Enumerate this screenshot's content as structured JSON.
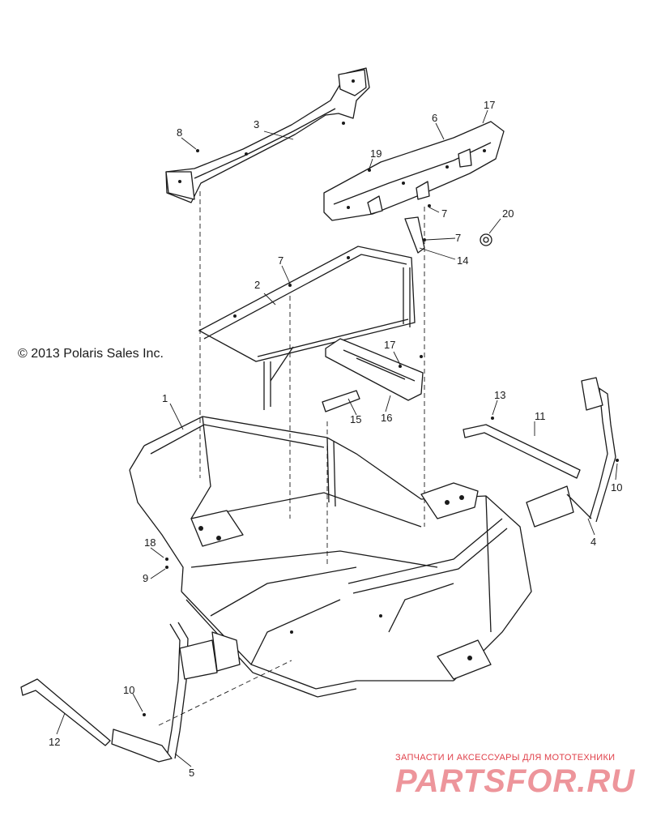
{
  "copyright": "© 2013 Polaris Sales Inc.",
  "watermark": {
    "subtitle": "ЗАПЧАСТИ И АКСЕССУАРЫ ДЛЯ МОТОТЕХНИКИ",
    "brand": "PARTSFOR.RU",
    "color": "#e0404a"
  },
  "callouts": [
    {
      "id": "1",
      "text": "1"
    },
    {
      "id": "2",
      "text": "2"
    },
    {
      "id": "3",
      "text": "3"
    },
    {
      "id": "4",
      "text": "4"
    },
    {
      "id": "5",
      "text": "5"
    },
    {
      "id": "6",
      "text": "6"
    },
    {
      "id": "7a",
      "text": "7"
    },
    {
      "id": "7b",
      "text": "7"
    },
    {
      "id": "7c",
      "text": "7"
    },
    {
      "id": "8",
      "text": "8"
    },
    {
      "id": "9",
      "text": "9"
    },
    {
      "id": "10a",
      "text": "10"
    },
    {
      "id": "10b",
      "text": "10"
    },
    {
      "id": "11",
      "text": "11"
    },
    {
      "id": "12",
      "text": "12"
    },
    {
      "id": "13",
      "text": "13"
    },
    {
      "id": "14",
      "text": "14"
    },
    {
      "id": "15",
      "text": "15"
    },
    {
      "id": "16",
      "text": "16"
    },
    {
      "id": "17a",
      "text": "17"
    },
    {
      "id": "17b",
      "text": "17"
    },
    {
      "id": "18",
      "text": "18"
    },
    {
      "id": "19",
      "text": "19"
    },
    {
      "id": "20",
      "text": "20"
    }
  ]
}
